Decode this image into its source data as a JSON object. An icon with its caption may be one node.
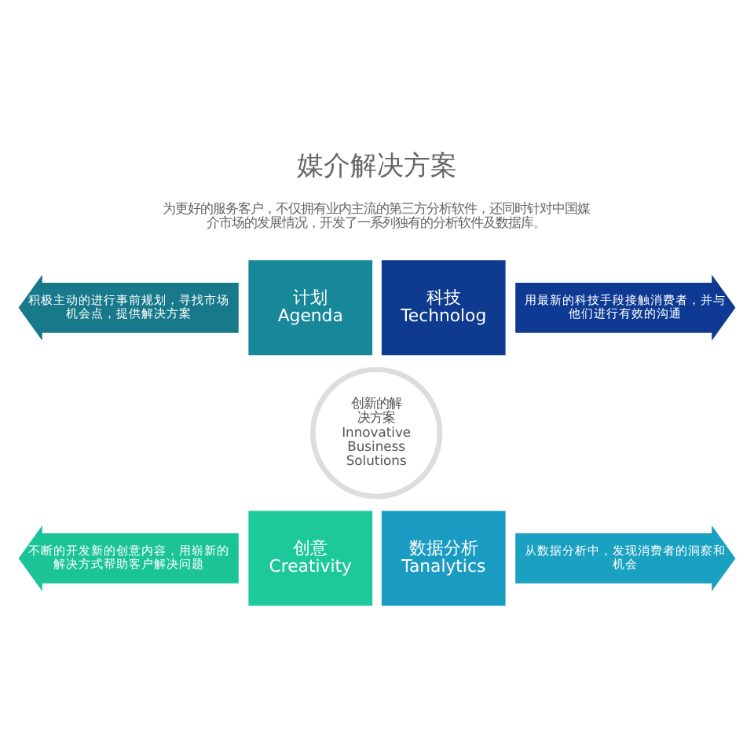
{
  "diagram": {
    "title": "媒介解决方案",
    "nodes": [
      {
        "text": [
          "计划",
          "Agenda"
        ]
      },
      {
        "text": [
          "科技",
          "Technolog"
        ]
      },
      {
        "text": [
          "积极主动的进行事前规划，寻找市场机会点，提供解决方案"
        ]
      },
      {
        "text": [
          "用最新的科技手段接触消费者，并与他们进行有效的沟通"
        ]
      },
      {
        "text": [
          "创新的解决方案",
          "Innovative Business Solutions"
        ]
      },
      {
        "text": [
          "不断的开发新的创意内容，用崭新的解决方式帮助客户解决问题"
        ]
      },
      {
        "text": [
          "从数据分析中，发现消费者的洞察和机会"
        ]
      },
      {
        "text": [
          "创意",
          "Creativity"
        ]
      },
      {
        "text": [
          "数据分析",
          "Tanalytics"
        ]
      }
    ],
    "labels": [
      "为更好的服务客户，不仅拥有业内主流的第三方分析软件，还同时针对中国媒介市场的发展情况，开发了一系列独有的分析软件及数据库。"
    ]
  }
}
